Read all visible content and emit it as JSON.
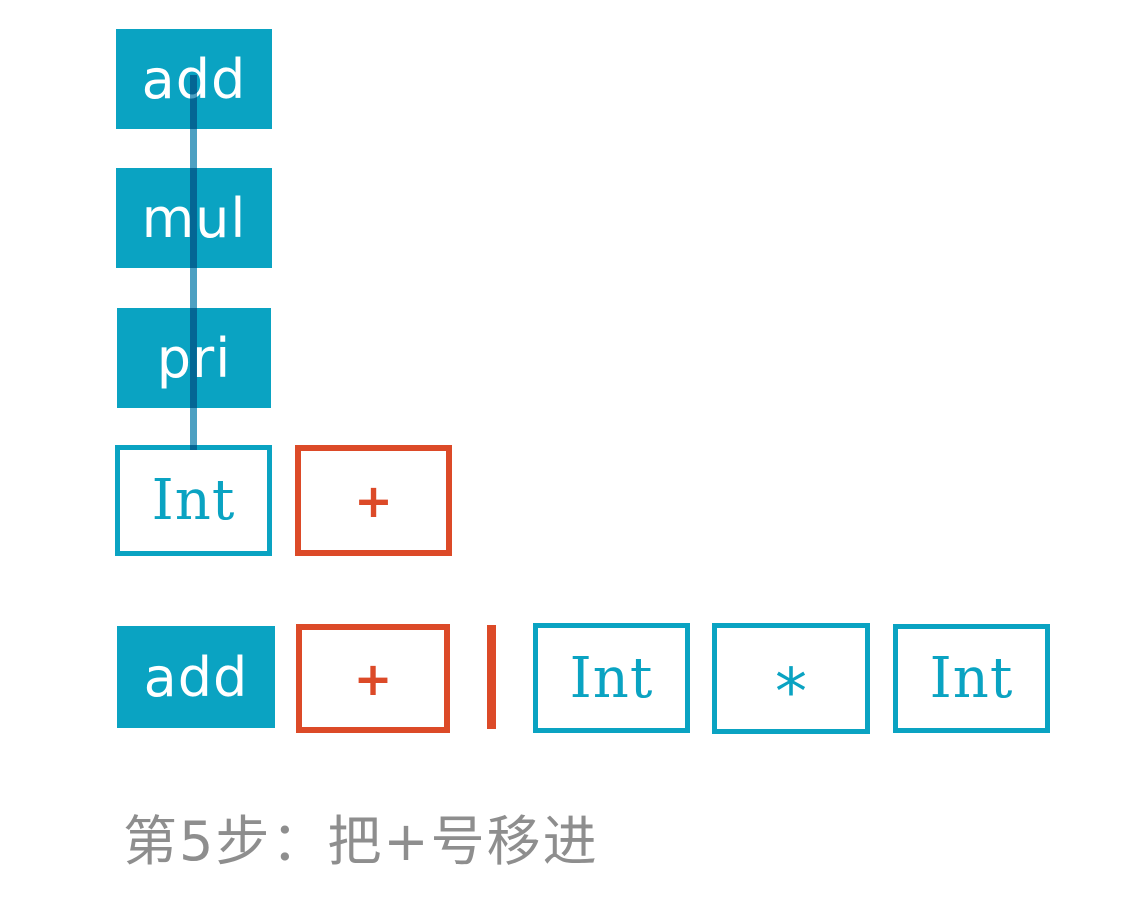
{
  "colors": {
    "teal": "#0AA3C2",
    "orange": "#DC4A28",
    "connector_blue": "#4DA0C2",
    "caption_gray": "#8E8E8E",
    "background": "#FFFFFF"
  },
  "parse_tree_column": {
    "nodes": [
      {
        "label": "add",
        "style": "filled-teal"
      },
      {
        "label": "mul",
        "style": "filled-teal"
      },
      {
        "label": "pri",
        "style": "filled-teal"
      },
      {
        "label": "Int",
        "style": "outlined-teal"
      }
    ],
    "lookahead_token": {
      "label": "+",
      "style": "outlined-orange"
    },
    "connectors": [
      "add-mul",
      "mul-pri",
      "pri-int"
    ]
  },
  "shift_row": {
    "stack_nodes": [
      {
        "label": "add",
        "style": "filled-teal"
      },
      {
        "label": "+",
        "style": "outlined-orange"
      }
    ],
    "separator": {
      "name": "input-cursor-bar",
      "color": "#DC4A28"
    },
    "remaining_tokens": [
      {
        "label": "Int",
        "style": "outlined-teal"
      },
      {
        "label": "*",
        "style": "outlined-teal"
      },
      {
        "label": "Int",
        "style": "outlined-teal"
      }
    ]
  },
  "caption": {
    "text": "第5步：把+号移进"
  }
}
